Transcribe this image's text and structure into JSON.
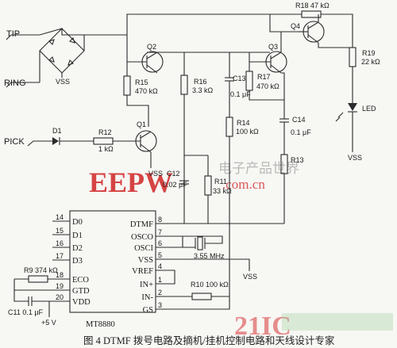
{
  "labels": {
    "tip": "TIP",
    "ring": "RING",
    "pick": "PICK",
    "vss_bridge": "VSS",
    "vss_q1": "VSS",
    "vss_led": "VSS",
    "vss_right": "VSS",
    "vdd_supply": "+5 V",
    "led": "LED"
  },
  "components": {
    "Q1": "Q1",
    "Q2": "Q2",
    "Q3": "Q3",
    "Q4": "Q4",
    "D1": "D1",
    "R9": "R9 374 kΩ",
    "R10": "R10 100 kΩ",
    "R11_name": "R11",
    "R11_val": "33 kΩ",
    "R12_name": "R12",
    "R12_val": "1 kΩ",
    "R13_name": "R13",
    "R14_name": "R14",
    "R14_val": "100 kΩ",
    "R15_name": "R15",
    "R15_val": "470 kΩ",
    "R16_name": "R16",
    "R16_val": "3.3 kΩ",
    "R17_name": "R17",
    "R17_val": "470 kΩ",
    "R18": "R18 47 kΩ",
    "R19_name": "R19",
    "R19_val": "22 kΩ",
    "C11": "C11 0.1 μF",
    "C12_name": "C12",
    "C12_val": "0.02 μF",
    "C13_name": "C13",
    "C13_val": "0.1 μF",
    "C14_name": "C14",
    "C14_val": "0.1 μF",
    "crystal": "3.55 MHz"
  },
  "ic": {
    "name": "MT8880",
    "left_pins": [
      {
        "num": "14",
        "name": "D0"
      },
      {
        "num": "15",
        "name": "D1"
      },
      {
        "num": "16",
        "name": "D2"
      },
      {
        "num": "17",
        "name": "D3"
      },
      {
        "num": "18",
        "name": "ECO"
      },
      {
        "num": "19",
        "name": "GTD"
      },
      {
        "num": "20",
        "name": "VDD"
      }
    ],
    "right_pins": [
      {
        "num": "8",
        "name": "DTMF"
      },
      {
        "num": "7",
        "name": "OSCO"
      },
      {
        "num": "6",
        "name": "OSCI"
      },
      {
        "num": "5",
        "name": "VSS"
      },
      {
        "num": "4",
        "name": "VREF"
      },
      {
        "num": "1",
        "name": "IN+"
      },
      {
        "num": "2",
        "name": "IN-"
      },
      {
        "num": "3",
        "name": "GS"
      }
    ]
  },
  "watermark": {
    "logo": "EEPW",
    "cn": "电子产品世界",
    "url": ".com.cn",
    "site2": "21IC"
  },
  "caption": "图 4  DTMF 拨号电路及摘机/挂机控制电路和天线设计专家"
}
